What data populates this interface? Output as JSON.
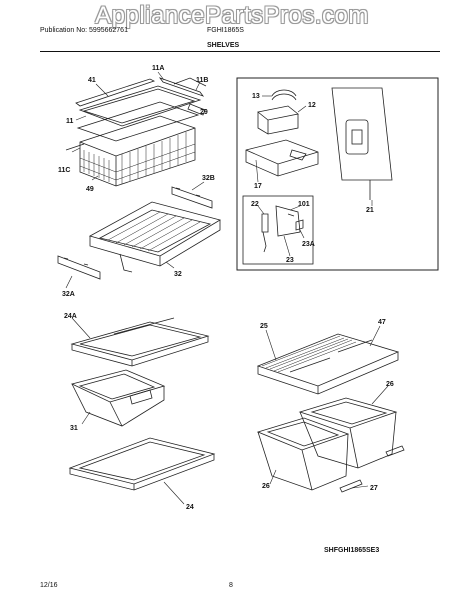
{
  "watermark": "AppliancePartsPros.com",
  "header": {
    "publication": "Publication No: 5995662761",
    "model": "FGHI1865S",
    "section_title": "SHELVES"
  },
  "callouts": {
    "c41": "41",
    "c11A": "11A",
    "c11B": "11B",
    "c29": "29",
    "c11": "11",
    "c11C": "11C",
    "c49": "49",
    "c32B": "32B",
    "c32": "32",
    "c32A": "32A",
    "c13": "13",
    "c12": "12",
    "c17": "17",
    "c21": "21",
    "c22": "22",
    "c101": "101",
    "c23": "23",
    "c23A": "23A",
    "c24A": "24A",
    "c31": "31",
    "c24": "24",
    "c25": "25",
    "c47": "47",
    "c26a": "26",
    "c26b": "26",
    "c27": "27"
  },
  "diagram_code": "SHFGHI1865SE3",
  "footer": {
    "date": "12/16",
    "page": "8"
  }
}
